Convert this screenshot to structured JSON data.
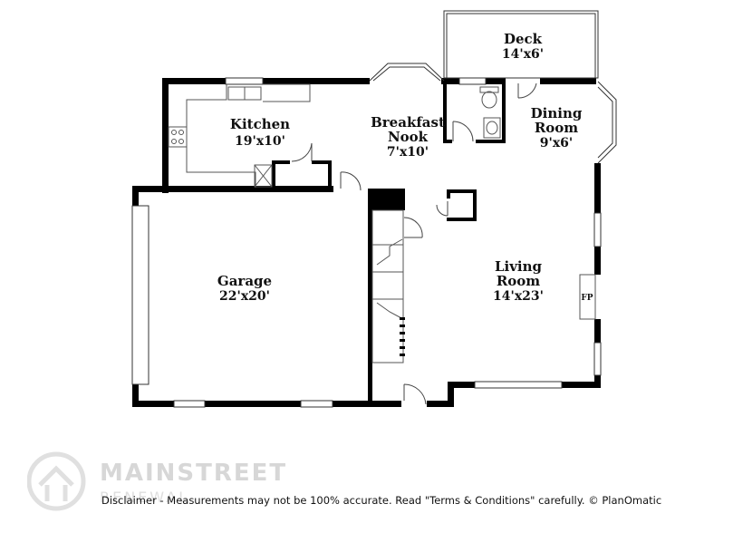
{
  "rooms": [
    {
      "name": "Deck",
      "dim": "14'x6'"
    },
    {
      "name": "Kitchen",
      "dim": "19'x10'"
    },
    {
      "name": "Breakfast Nook",
      "dim": "7'x10'"
    },
    {
      "name": "Dining Room",
      "dim": "9'x6'"
    },
    {
      "name": "Garage",
      "dim": "22'x20'"
    },
    {
      "name": "Living Room",
      "dim": "14'x23'"
    }
  ],
  "labels": {
    "deck": "Deck",
    "kitchen": "Kitchen",
    "nook_line1": "Breakfast",
    "nook_line2": "Nook",
    "dining_line1": "Dining",
    "dining_line2": "Room",
    "garage": "Garage",
    "living_line1": "Living",
    "living_line2": "Room",
    "fireplace": "FP"
  },
  "dims": {
    "deck": "14'x6'",
    "kitchen": "19'x10'",
    "nook": "7'x10'",
    "dining": "9'x6'",
    "garage": "22'x20'",
    "living": "14'x23'"
  },
  "disclaimer": "Disclaimer - Measurements may not be 100% accurate. Read \"Terms & Conditions\" carefully. © PlanOmatic",
  "brand": {
    "name": "MAINSTREET",
    "sub": "RENEWAL"
  },
  "colors": {
    "wall": "#000000",
    "fixture": "#555555",
    "watermark": "#d7d7d7"
  }
}
